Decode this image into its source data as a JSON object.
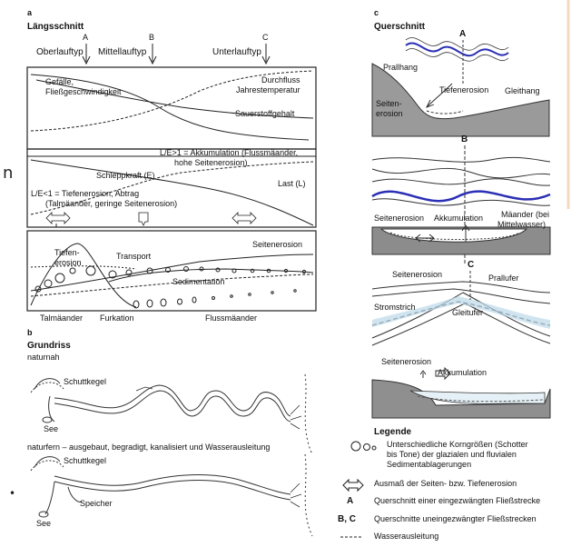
{
  "left": {
    "panel_a": {
      "letter": "a",
      "title": "Längsschnitt",
      "markers": [
        {
          "letter": "A",
          "label": "Oberlauftyp"
        },
        {
          "letter": "B",
          "label": "Mittellauftyp"
        },
        {
          "letter": "C",
          "label": "Unterlauftyp"
        }
      ],
      "box1": {
        "gefaelle": "Gefälle,",
        "fliess": "Fließgeschwindigkeit",
        "durchfluss": "Durchfluss",
        "jahrestemp": "Jahrestemperatur",
        "sauerstoff": "Sauerstoffgehalt"
      },
      "box2": {
        "akku1": "L/E>1 = Akkumulation (Flussmäander,",
        "akku2": "hohe Seitenerosion)",
        "schlepp": "Schleppkraft (E)",
        "last": "Last (L)",
        "tiefen1": "L/E<1 = Tiefenerosion, Abtrag",
        "tiefen2": "(Talmäander, geringe Seitenerosion)"
      },
      "box3": {
        "tiefen_a": "Tiefen-",
        "tiefen_b": "erosion",
        "transport": "Transport",
        "seitenerosion": "Seitenerosion",
        "sedimentation": "Sedimentation"
      },
      "bottom": {
        "talmaeander": "Talmäander",
        "furkation": "Furkation",
        "flussmaeander": "Flussmäander"
      }
    },
    "panel_b": {
      "letter": "b",
      "title": "Grundriss",
      "naturnah": "naturnah",
      "schuttkegel1": "Schuttkegel",
      "see1": "See",
      "naturfern": "naturfern – ausgebaut, begradigt, kanalisiert und Wasserausleitung",
      "schuttkegel2": "Schuttkegel",
      "speicher": "Speicher",
      "see2": "See"
    }
  },
  "right": {
    "panel_c": {
      "letter": "c",
      "title": "Querschnitt",
      "A": {
        "letter": "A",
        "prallhang": "Prallhang",
        "tiefenerosion": "Tiefenerosion",
        "gleithang": "Gleithang",
        "seiten_a": "Seiten-",
        "seiten_b": "erosion"
      },
      "B": {
        "letter": "B",
        "seitenerosion": "Seitenerosion",
        "akkumulation": "Akkumulation",
        "maeander1": "Mäander (bei",
        "maeander2": "Mittelwasser)"
      },
      "C": {
        "letter": "C",
        "seitenerosion": "Seitenerosion",
        "prallufer": "Prallufer",
        "stromstrich": "Stromstrich",
        "gleitufer": "Gleitufer"
      },
      "D": {
        "seitenerosion": "Seitenerosion",
        "akkumulation": "Akkumulation"
      }
    },
    "legend": {
      "title": "Legende",
      "items": [
        {
          "text1": "Unterschiedliche Korngrößen (Schotter",
          "text2": "bis Tone) der glazialen und fluvialen",
          "text3": "Sedimentablagerungen"
        },
        {
          "text1": "Ausmaß der Seiten- bzw. Tiefenerosion"
        },
        {
          "key": "A",
          "text1": "Querschnitt einer eingezwängten Fließstrecke"
        },
        {
          "key": "B, C",
          "text1": "Querschnitte uneingezwängter Fließstrecken"
        },
        {
          "key": "-----",
          "text1": "Wasserausleitung"
        }
      ]
    }
  },
  "edge": {
    "letter": "n",
    "dot": "•"
  },
  "colors": {
    "river_blue": "#2b2fb5",
    "ground_gray": "#8f8f8f",
    "ground_dark": "#5a5a5a",
    "water_light": "#bcd9ea"
  }
}
